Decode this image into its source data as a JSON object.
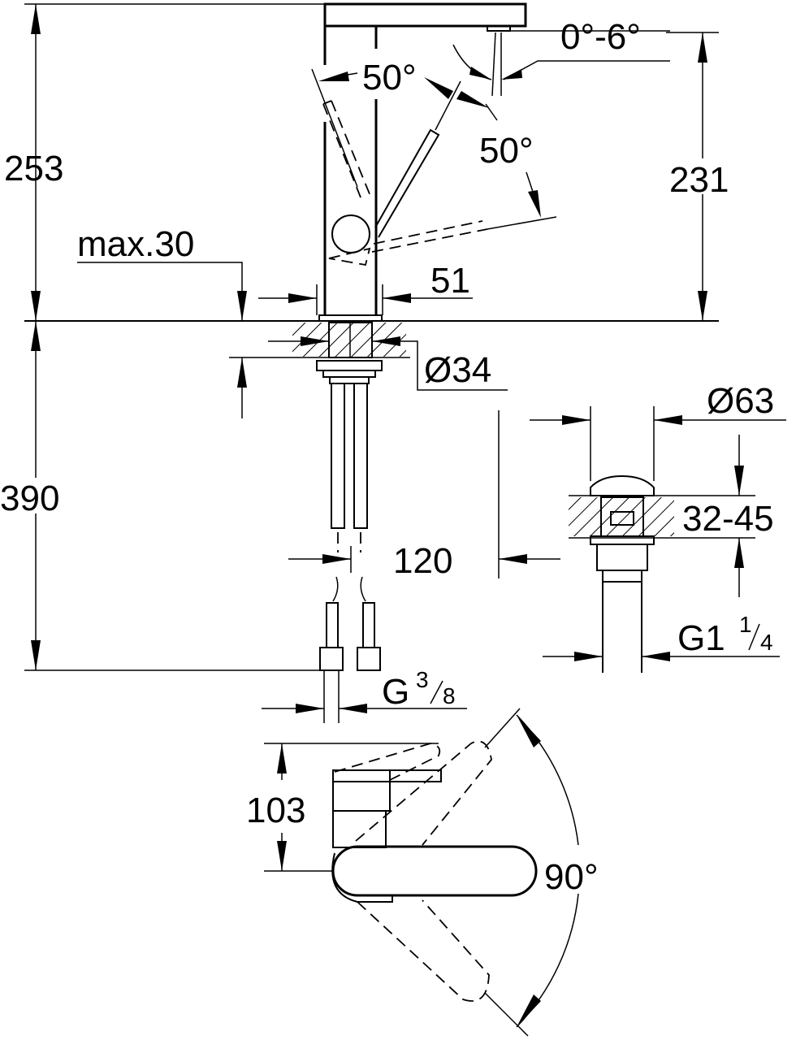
{
  "drawing": {
    "colors": {
      "line": "#000000",
      "background": "#ffffff"
    },
    "dimensions": {
      "total_height": "253",
      "spout_height": "231",
      "lever_angle_left": "50°",
      "lever_angle_right": "50°",
      "spout_tilt": "0°-6°",
      "max_thickness": "max.30",
      "base_width": "51",
      "shank_diameter": "Ø34",
      "hose_length": "390",
      "hose_spacing": "120",
      "hose_thread": "G",
      "hose_thread_num": "3",
      "hose_thread_den": "8",
      "waste_diameter": "Ø63",
      "waste_range": "32-45",
      "waste_thread": "G1",
      "waste_thread_num": "1",
      "waste_thread_den": "4",
      "top_view_height": "103",
      "rotation_angle": "90°"
    }
  }
}
